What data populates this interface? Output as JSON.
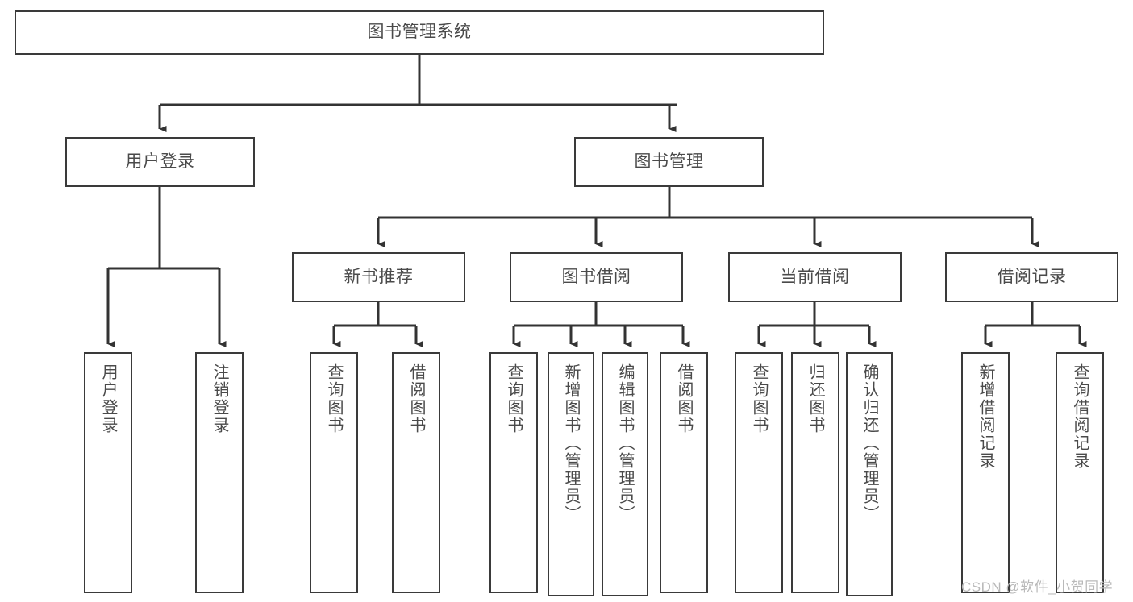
{
  "diagram": {
    "title": "图书管理系统",
    "type": "功能结构图",
    "colors": {
      "box_border": "#3a3a3a",
      "box_fill": "#ffffff",
      "text": "#4a4a4a",
      "connector": "#333333",
      "watermark": "#b9b9b9",
      "background": "#ffffff"
    },
    "root": {
      "id": "root",
      "label": "图书管理系统",
      "orientation": "horizontal"
    },
    "level2": [
      {
        "id": "user-login",
        "label": "用户登录",
        "orientation": "horizontal"
      },
      {
        "id": "book-management",
        "label": "图书管理",
        "orientation": "horizontal"
      }
    ],
    "level3": [
      {
        "id": "new-book-recommend",
        "label": "新书推荐",
        "orientation": "horizontal"
      },
      {
        "id": "book-borrow",
        "label": "图书借阅",
        "orientation": "horizontal"
      },
      {
        "id": "current-borrow",
        "label": "当前借阅",
        "orientation": "horizontal"
      },
      {
        "id": "borrow-record",
        "label": "借阅记录",
        "orientation": "horizontal"
      }
    ],
    "leaves": {
      "user_login": [
        {
          "id": "leaf-user-login",
          "label": "用户登录",
          "orientation": "vertical"
        },
        {
          "id": "leaf-logout",
          "label": "注销登录",
          "orientation": "vertical"
        }
      ],
      "new_book_recommend": [
        {
          "id": "leaf-query-book-1",
          "label": "查询图书",
          "orientation": "vertical"
        },
        {
          "id": "leaf-borrow-book-1",
          "label": "借阅图书",
          "orientation": "vertical"
        }
      ],
      "book_borrow": [
        {
          "id": "leaf-query-book-2",
          "label": "查询图书",
          "orientation": "vertical"
        },
        {
          "id": "leaf-add-book-admin",
          "label": "新增图书（管理员）",
          "orientation": "vertical"
        },
        {
          "id": "leaf-edit-book-admin",
          "label": "编辑图书（管理员）",
          "orientation": "vertical"
        },
        {
          "id": "leaf-borrow-book-2",
          "label": "借阅图书",
          "orientation": "vertical"
        }
      ],
      "current_borrow": [
        {
          "id": "leaf-query-book-3",
          "label": "查询图书",
          "orientation": "vertical"
        },
        {
          "id": "leaf-return-book",
          "label": "归还图书",
          "orientation": "vertical"
        },
        {
          "id": "leaf-confirm-return-admin",
          "label": "确认归还（管理员）",
          "orientation": "vertical"
        }
      ],
      "borrow_record": [
        {
          "id": "leaf-add-borrow-record",
          "label": "新增借阅记录",
          "orientation": "vertical"
        },
        {
          "id": "leaf-query-borrow-record",
          "label": "查询借阅记录",
          "orientation": "vertical"
        }
      ]
    },
    "watermark": "CSDN @软件_小贺同学"
  }
}
